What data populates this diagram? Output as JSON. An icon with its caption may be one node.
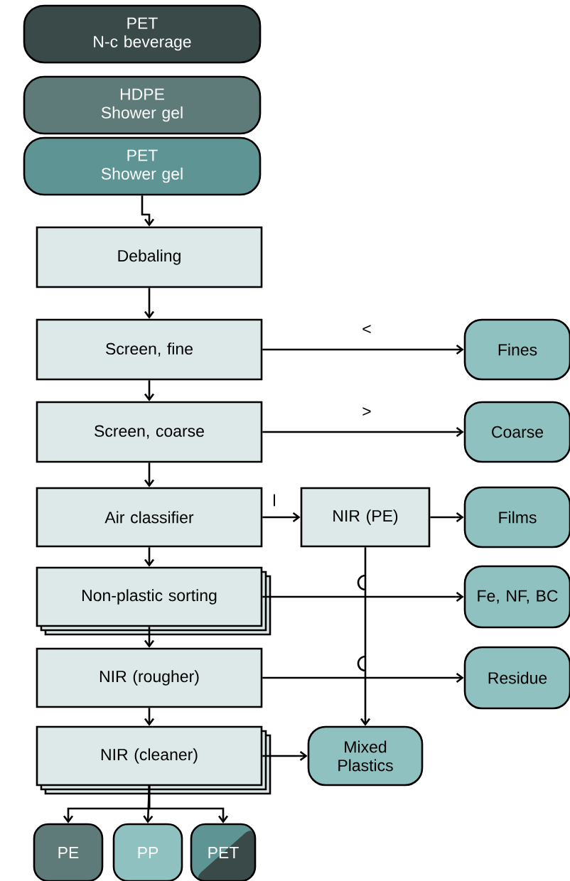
{
  "diagram": {
    "nodes": [
      {
        "text": [
          "PET",
          "N-c beverage"
        ]
      },
      {
        "text": [
          "HDPE",
          "Shower gel"
        ]
      },
      {
        "text": [
          "PET",
          "Shower gel"
        ]
      },
      {
        "text": [
          "Debaling"
        ]
      },
      {
        "text": [
          "Screen, fine"
        ]
      },
      {
        "text": [
          "Screen, coarse"
        ]
      },
      {
        "text": [
          "Air classifier"
        ]
      },
      {
        "text": [
          "Non-plastic sorting"
        ]
      },
      {
        "text": [
          "NIR (rougher)"
        ]
      },
      {
        "text": [
          "NIR (cleaner)"
        ]
      },
      {
        "text": [
          "NIR (PE)"
        ]
      },
      {
        "text": [
          "Fines"
        ]
      },
      {
        "text": [
          "Coarse"
        ]
      },
      {
        "text": [
          "Films"
        ]
      },
      {
        "text": [
          "Fe, NF, BC"
        ]
      },
      {
        "text": [
          "Residue"
        ]
      },
      {
        "text": [
          "Mixed Plastics"
        ]
      },
      {
        "text": [
          "PE"
        ]
      },
      {
        "text": [
          "PP"
        ]
      },
      {
        "text": [
          "PET"
        ]
      }
    ],
    "edges": [
      {
        "from": 2,
        "to": 3,
        "arrow": "to"
      },
      {
        "from": 3,
        "to": 4,
        "arrow": "to"
      },
      {
        "from": 4,
        "to": 5,
        "arrow": "to"
      },
      {
        "from": 5,
        "to": 6,
        "arrow": "to"
      },
      {
        "from": 6,
        "to": 7,
        "arrow": "to"
      },
      {
        "from": 7,
        "to": 8,
        "arrow": "to"
      },
      {
        "from": 8,
        "to": 9,
        "arrow": "to"
      },
      {
        "from": 4,
        "to": 11,
        "arrow": "to",
        "label": "<"
      },
      {
        "from": 5,
        "to": 12,
        "arrow": "to",
        "label": ">"
      },
      {
        "from": 6,
        "to": 10,
        "arrow": "to",
        "label": "l"
      },
      {
        "from": 10,
        "to": 13,
        "arrow": "to"
      },
      {
        "from": 10,
        "to": 16,
        "arrow": "to"
      },
      {
        "from": 7,
        "to": 14,
        "arrow": "to"
      },
      {
        "from": 8,
        "to": 15,
        "arrow": "to"
      },
      {
        "from": 9,
        "to": 16,
        "arrow": "to"
      },
      {
        "from": 9,
        "to": 17,
        "arrow": "to"
      },
      {
        "from": 9,
        "to": 18,
        "arrow": "to"
      },
      {
        "from": 9,
        "to": 19,
        "arrow": "to"
      }
    ]
  }
}
